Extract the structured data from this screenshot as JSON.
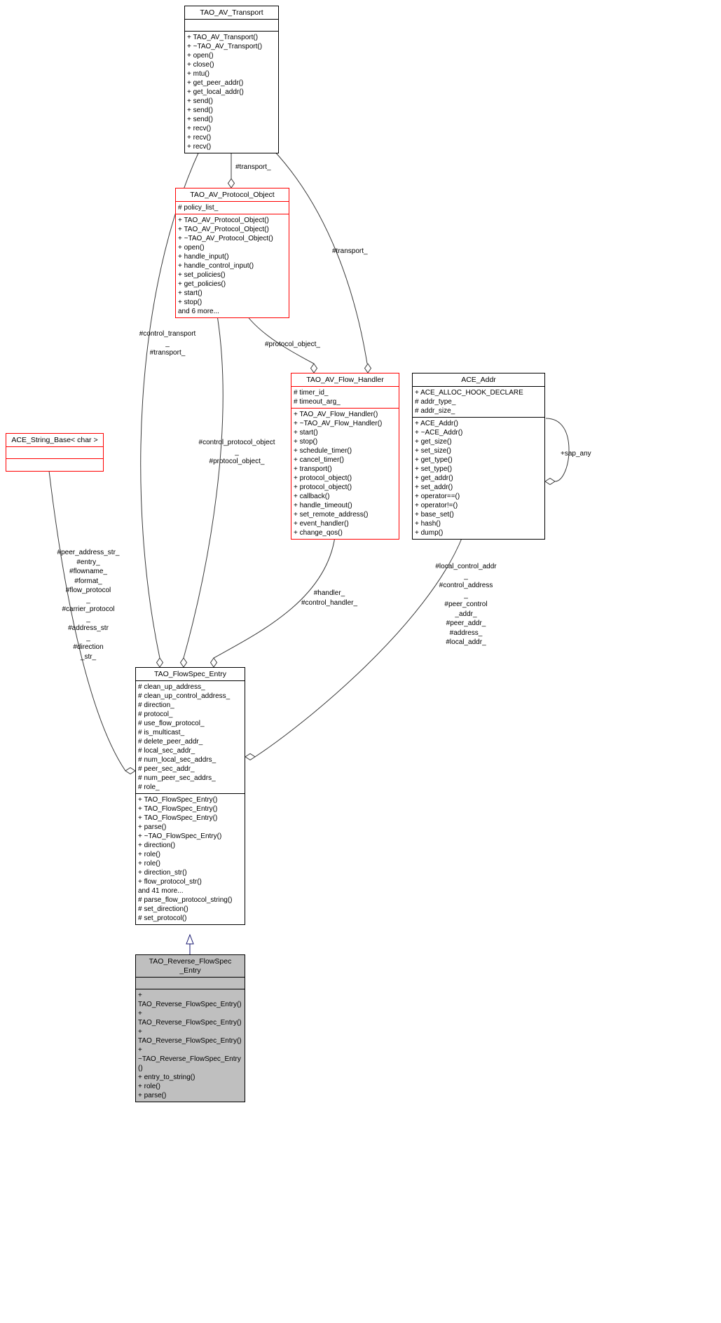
{
  "classes": {
    "transport": {
      "title": "TAO_AV_Transport",
      "attributes": [],
      "methods": [
        "+ TAO_AV_Transport()",
        "+ ~TAO_AV_Transport()",
        "+ open()",
        "+ close()",
        "+ mtu()",
        "+ get_peer_addr()",
        "+ get_local_addr()",
        "+ send()",
        "+ send()",
        "+ send()",
        "+ recv()",
        "+ recv()",
        "+ recv()"
      ]
    },
    "protocol_object": {
      "title": "TAO_AV_Protocol_Object",
      "attributes": [
        "# policy_list_"
      ],
      "methods": [
        "+ TAO_AV_Protocol_Object()",
        "+ TAO_AV_Protocol_Object()",
        "+ ~TAO_AV_Protocol_Object()",
        "+ open()",
        "+ handle_input()",
        "+ handle_control_input()",
        "+ set_policies()",
        "+ get_policies()",
        "+ start()",
        "+ stop()",
        "and 6 more..."
      ]
    },
    "flow_handler": {
      "title": "TAO_AV_Flow_Handler",
      "attributes": [
        "# timer_id_",
        "# timeout_arg_"
      ],
      "methods": [
        "+ TAO_AV_Flow_Handler()",
        "+ ~TAO_AV_Flow_Handler()",
        "+ start()",
        "+ stop()",
        "+ schedule_timer()",
        "+ cancel_timer()",
        "+ transport()",
        "+ protocol_object()",
        "+ protocol_object()",
        "+ callback()",
        "+ handle_timeout()",
        "+ set_remote_address()",
        "+ event_handler()",
        "+ change_qos()"
      ]
    },
    "ace_addr": {
      "title": "ACE_Addr",
      "attributes": [
        "+ ACE_ALLOC_HOOK_DECLARE",
        "# addr_type_",
        "# addr_size_"
      ],
      "methods": [
        "+ ACE_Addr()",
        "+ ~ACE_Addr()",
        "+ get_size()",
        "+ set_size()",
        "+ get_type()",
        "+ set_type()",
        "+ get_addr()",
        "+ set_addr()",
        "+ operator==()",
        "+ operator!=()",
        "+ base_set()",
        "+ hash()",
        "+ dump()"
      ]
    },
    "string_base": {
      "title": "ACE_String_Base< char >",
      "attributes": [],
      "methods": []
    },
    "flowspec_entry": {
      "title": "TAO_FlowSpec_Entry",
      "attributes": [
        "# clean_up_address_",
        "# clean_up_control_address_",
        "# direction_",
        "# protocol_",
        "# use_flow_protocol_",
        "# is_multicast_",
        "# delete_peer_addr_",
        "# local_sec_addr_",
        "# num_local_sec_addrs_",
        "# peer_sec_addr_",
        "# num_peer_sec_addrs_",
        "# role_"
      ],
      "methods": [
        "+ TAO_FlowSpec_Entry()",
        "+ TAO_FlowSpec_Entry()",
        "+ TAO_FlowSpec_Entry()",
        "+ parse()",
        "+ ~TAO_FlowSpec_Entry()",
        "+ direction()",
        "+ role()",
        "+ role()",
        "+ direction_str()",
        "+ flow_protocol_str()",
        "and 41 more...",
        "# parse_flow_protocol_string()",
        "# set_direction()",
        "# set_protocol()"
      ]
    },
    "reverse_flowspec_entry": {
      "title": "TAO_Reverse_FlowSpec\n_Entry",
      "attributes": [],
      "methods": [
        "+ TAO_Reverse_FlowSpec_Entry()",
        "+ TAO_Reverse_FlowSpec_Entry()",
        "+ TAO_Reverse_FlowSpec_Entry()",
        "+ ~TAO_Reverse_FlowSpec_Entry()",
        "+ entry_to_string()",
        "+ role()",
        "+ parse()"
      ]
    }
  },
  "edge_labels": {
    "protocol_has_transport": "#transport_",
    "handler_has_transport": "#transport_",
    "handler_has_protocol_object": "#protocol_object_",
    "flowspec_has_transports": "#control_transport\n_\n#transport_",
    "flowspec_has_protocol_objects": "#control_protocol_object\n_\n#protocol_object_",
    "flowspec_has_handlers": "#handler_\n#control_handler_",
    "flowspec_has_addrs": "#local_control_addr\n_\n#control_address\n_\n#peer_control\n_addr_\n#peer_addr_\n#address_\n#local_addr_",
    "flowspec_has_strings": "#peer_address_str_\n#entry_\n#flowname_\n#format_\n#flow_protocol\n_\n#carrier_protocol\n_\n#address_str\n_\n#direction\n_str_",
    "addr_self_loop": "+sap_any"
  },
  "colors": {
    "class_border": "#000000",
    "highlight_border": "#ff0000",
    "selected_fill": "#bfbfbf",
    "edge": "#3a3a3a",
    "inheritance_edge": "#191970"
  }
}
